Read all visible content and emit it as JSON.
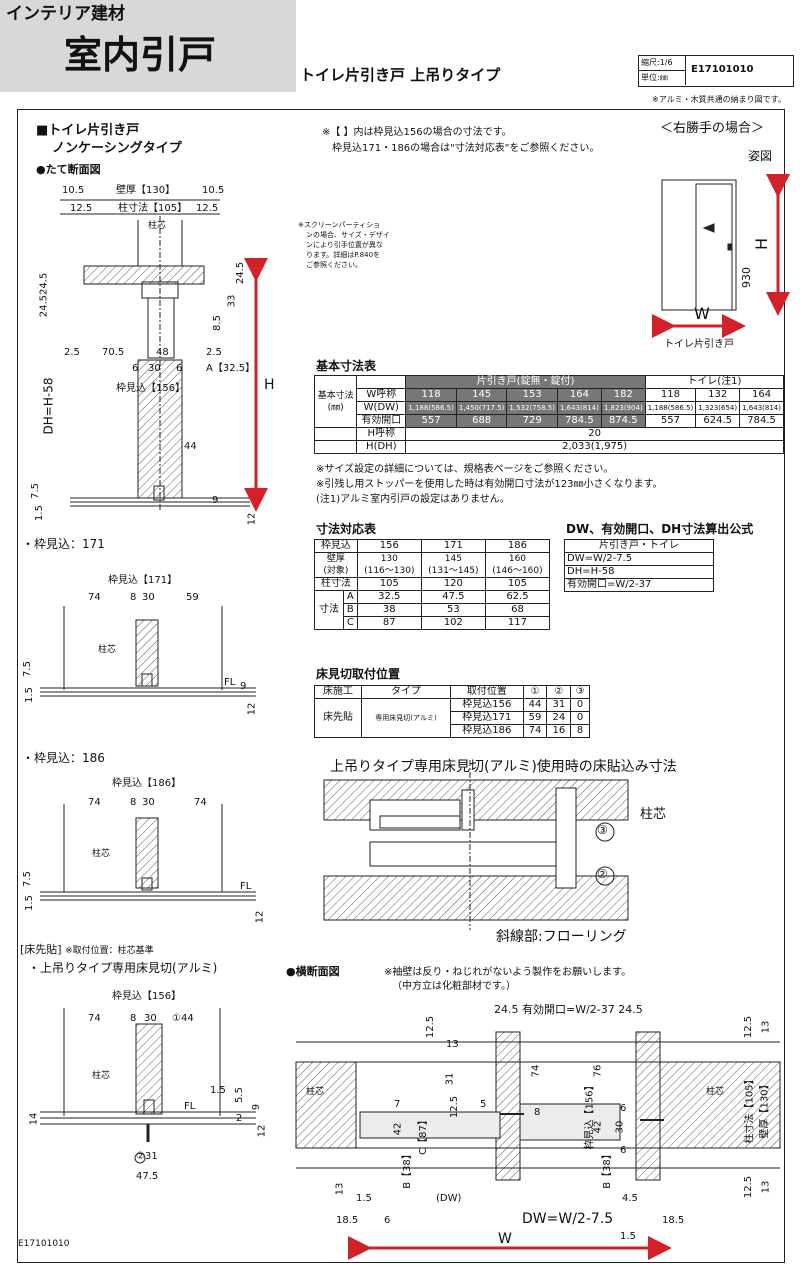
{
  "header": {
    "category": "インテリア建材",
    "title": "室内引戸",
    "subtitle": "トイレ片引き戸 上吊りタイプ",
    "scale_label": "縮尺:",
    "scale_value": "1/6",
    "unit_label": "単位:",
    "unit_value": "㎜",
    "code": "E17101010",
    "note": "※アルミ・木質共通の納まり図です。"
  },
  "section": {
    "heading": "■トイレ片引き戸",
    "subheading": "ノンケーシングタイプ",
    "vertical_title": "●たて断面図",
    "horizontal_title": "●横断面図",
    "right_hand": "＜右勝手の場合＞",
    "elevation": "姿図",
    "elevation_caption": "トイレ片引き戸",
    "note1": "※【 】内は枠見込156の場合の寸法です。",
    "note2": "枠見込171・186の場合は\"寸法対応表\"をご参照ください。",
    "screen_note": [
      "※スクリーンパーティショ",
      "ンの場合、サイズ・デザイ",
      "ンにより引手位置が異な",
      "ります。詳細はP.840を",
      "ご参照ください。"
    ],
    "horizontal_note1": "※袖壁は反り・ねじれがないよう製作をお願いします。",
    "horizontal_note2": "（中方立は化粧部材です。）",
    "floor_title": "上吊りタイプ専用床見切(アルミ)使用時の床貼込み寸法",
    "hatched": "斜線部:フローリング",
    "yuka_saki": "[床先貼]",
    "yuka_note": "※取付位置：柱芯基準",
    "yuka_rail": "・上吊りタイプ専用床見切(アルミ)",
    "frame171": "・枠見込：171",
    "frame186": "・枠見込：186",
    "footer_code": "E17101010"
  },
  "dims": {
    "wall": "壁厚【130】",
    "pillar": "柱寸法【105】",
    "d105": "10.5",
    "d125": "12.5",
    "dh": "DH=H-58",
    "h": "H",
    "w": "W",
    "frame156": "枠見込【156】",
    "frame171": "枠見込【171】",
    "frame186": "枠見込【186】",
    "fl": "FL",
    "hashira": "柱芯",
    "a": "A【32.5】",
    "dw": "(DW)",
    "dw_formula": "DW=W/2-7.5",
    "eff": "24.5 有効開口=W/2-37 24.5",
    "h930": "930",
    "v245": "24.5",
    "v2452": "24.524.5",
    "v33": "33",
    "v85": "8.5",
    "v25": "2.5",
    "v705": "70.5",
    "v48": "48",
    "v6": "6",
    "v30": "30",
    "v44": "44",
    "v75": "7.5",
    "v15": "1.5",
    "v9": "9",
    "v12": "12",
    "v74": "74",
    "v8": "8",
    "v59": "59",
    "v31": "31",
    "v475": "47.5",
    "v55": "5.5",
    "v14": "14",
    "v2": "2",
    "v1": "①44",
    "v2c": "②31",
    "v185": "18.5",
    "v45": "4.5",
    "v13": "13",
    "v76": "76",
    "v5": "5",
    "v7": "7",
    "v42": "42",
    "v38": "B【38】",
    "v87": "C【87】",
    "pillar105": "柱寸法【105】",
    "wall130": "壁厚【130】"
  },
  "basic_table": {
    "title": "基本寸法表",
    "group1": "片引き戸(錠無・錠付)",
    "group2": "トイレ(注1)",
    "rowlabel": "基本寸法",
    "rowunit": "(㎜)",
    "rows": [
      {
        "label": "W呼称",
        "cells": [
          "118",
          "145",
          "153",
          "164",
          "182",
          "118",
          "132",
          "164"
        ]
      },
      {
        "label": "W(DW)",
        "cells": [
          "1,188(586.5)",
          "1,450(717.5)",
          "1,532(758.5)",
          "1,643(814)",
          "1,823(904)",
          "1,188(586.5)",
          "1,323(654)",
          "1,643(814)"
        ]
      },
      {
        "label": "有効開口",
        "cells": [
          "557",
          "688",
          "729",
          "784.5",
          "874.5",
          "557",
          "624.5",
          "784.5"
        ]
      }
    ],
    "h_label": "H呼称",
    "h_value": "20",
    "hdh_label": "H(DH)",
    "hdh_value": "2,033(1,975)",
    "notes": [
      "※サイズ設定の詳細については、規格表ページをご参照ください。",
      "※引残し用ストッパーを使用した時は有効開口寸法が123㎜小さくなります。",
      "(注1)アルミ室内引戸の設定はありません。"
    ]
  },
  "size_table": {
    "title": "寸法対応表",
    "headers": [
      "枠見込",
      "156",
      "171",
      "186"
    ],
    "wall_label": "壁厚",
    "wall_sub": "(対象)",
    "wall": [
      "130",
      "145",
      "160"
    ],
    "wall_range": [
      "(116〜130)",
      "(131〜145)",
      "(146〜160)"
    ],
    "pillar_label": "柱寸法",
    "pillar": [
      "105",
      "120",
      "105"
    ],
    "dim_label": "寸法",
    "rows": [
      {
        "k": "A",
        "v": [
          "32.5",
          "47.5",
          "62.5"
        ]
      },
      {
        "k": "B",
        "v": [
          "38",
          "53",
          "68"
        ]
      },
      {
        "k": "C",
        "v": [
          "87",
          "102",
          "117"
        ]
      }
    ]
  },
  "formula_table": {
    "title": "DW、有効開口、DH寸法算出公式",
    "header": "片引き戸・トイレ",
    "rows": [
      "DW=W/2-7.5",
      "DH=H-58",
      "有効開口=W/2-37"
    ]
  },
  "floor_table": {
    "title": "床見切取付位置",
    "h1": "床施工",
    "h2": "タイプ",
    "h3": "取付位置",
    "c1": "①",
    "c2": "②",
    "c3": "③",
    "type1": "床先貼",
    "type2": "専用床見切(アルミ)",
    "rows": [
      {
        "k": "枠見込156",
        "v": [
          "44",
          "31",
          "0"
        ]
      },
      {
        "k": "枠見込171",
        "v": [
          "59",
          "24",
          "0"
        ]
      },
      {
        "k": "枠見込186",
        "v": [
          "74",
          "16",
          "8"
        ]
      }
    ]
  },
  "circle": {
    "c2": "②",
    "c3": "③",
    "hashira": "柱芯"
  },
  "colors": {
    "accent": "#d3212c",
    "dark": "#777777",
    "header": "#d8d8d8"
  }
}
